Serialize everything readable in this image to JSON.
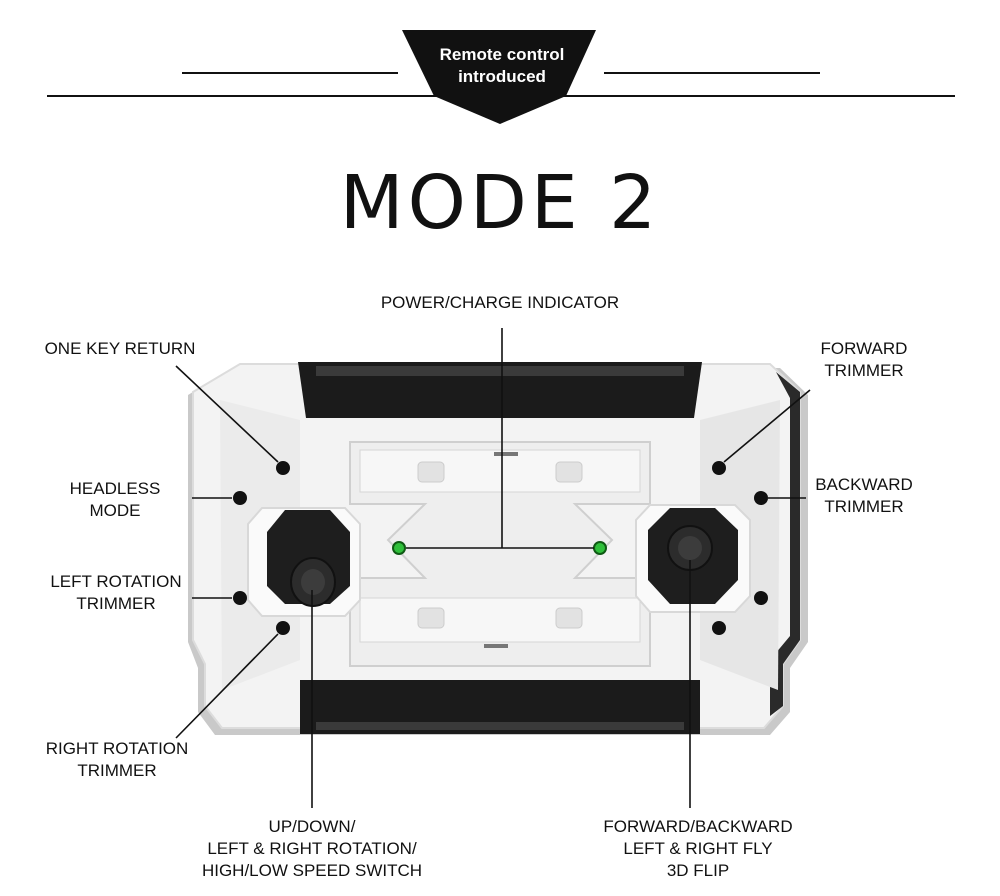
{
  "header": {
    "badge_line1": "Remote control",
    "badge_line2": "introduced"
  },
  "title": "MODE 2",
  "labels": {
    "power_indicator": "POWER/CHARGE INDICATOR",
    "one_key_return": "ONE KEY RETURN",
    "headless_mode_1": "HEADLESS",
    "headless_mode_2": "MODE",
    "left_rotation_1": "LEFT ROTATION",
    "left_rotation_2": "TRIMMER",
    "right_rotation_1": "RIGHT ROTATION",
    "right_rotation_2": "TRIMMER",
    "forward_trimmer_1": "FORWARD",
    "forward_trimmer_2": "TRIMMER",
    "backward_trimmer_1": "BACKWARD",
    "backward_trimmer_2": "TRIMMER",
    "left_stick_1": "UP/DOWN/",
    "left_stick_2": "LEFT & RIGHT ROTATION/",
    "left_stick_3": "HIGH/LOW SPEED SWITCH",
    "right_stick_1": "FORWARD/BACKWARD",
    "right_stick_2": "LEFT & RIGHT FLY",
    "right_stick_3": "3D FLIP"
  },
  "colors": {
    "body": "#f4f4f4",
    "grip": "#1a1a1a",
    "indicator": "#2fbf3a",
    "ink": "#111111"
  }
}
